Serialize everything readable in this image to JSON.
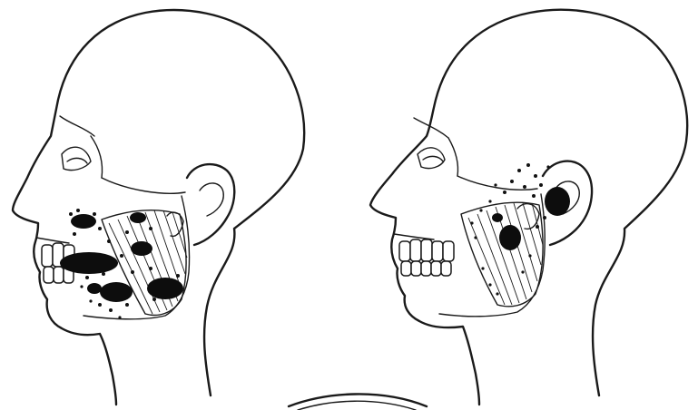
{
  "figure": {
    "panels": [
      {
        "id": "left",
        "subject": "head-profile-masseter-pain-pattern"
      },
      {
        "id": "right",
        "subject": "head-profile-deep-masseter-pain-pattern"
      }
    ],
    "colors": {
      "ink": "#1a1a1a",
      "pain": "#0d0d0d",
      "background": "#ffffff"
    }
  }
}
